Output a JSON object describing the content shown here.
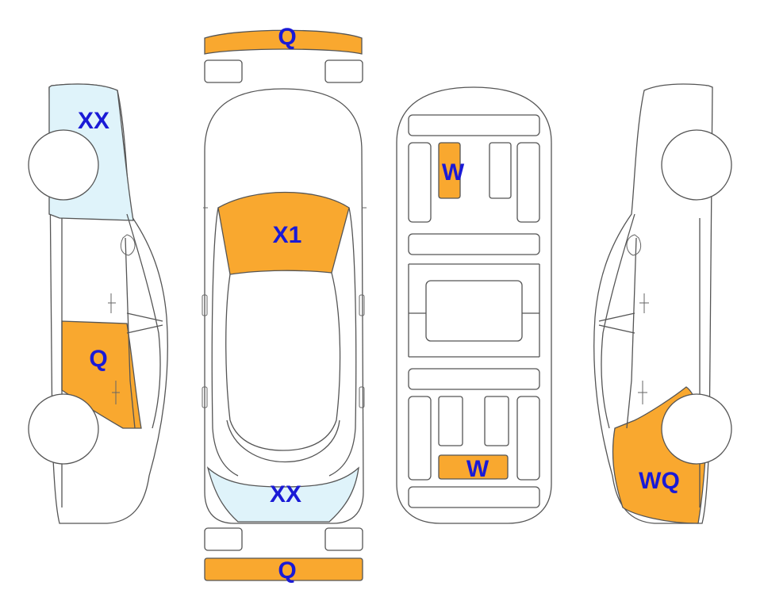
{
  "colors": {
    "damage": "#f9a82f",
    "light": "#dff3fa",
    "label": "#1a1ad6",
    "outline": "#555555"
  },
  "left_side_view": {
    "rear_window_label": "XX",
    "rear_door_label": "Q"
  },
  "top_view": {
    "front_bumper_label": "Q",
    "windshield_label": "X1",
    "rear_window_label": "XX",
    "rear_bumper_label": "Q"
  },
  "underbody_view": {
    "front_panel_label": "W",
    "rear_panel_label": "W"
  },
  "right_side_view": {
    "rear_quarter_label": "WQ"
  }
}
